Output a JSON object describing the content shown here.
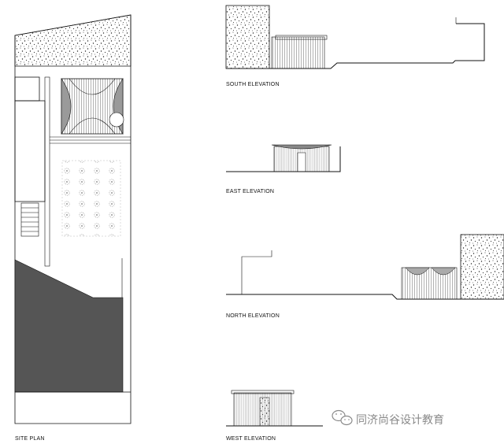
{
  "labels": {
    "site_plan": "SITE PLAN",
    "south": "SOUTH ELEVATION",
    "east": "EAST ELEVATION",
    "north": "NORTH ELEVATION",
    "west": "WEST ELEVATION"
  },
  "watermark": {
    "text": "同济尚谷设计教育",
    "icon": "wechat-icon"
  },
  "colors": {
    "line": "#111111",
    "dark_fill": "#555555",
    "paving": "#f1f1f1",
    "watermark": "#8a8a8a"
  }
}
